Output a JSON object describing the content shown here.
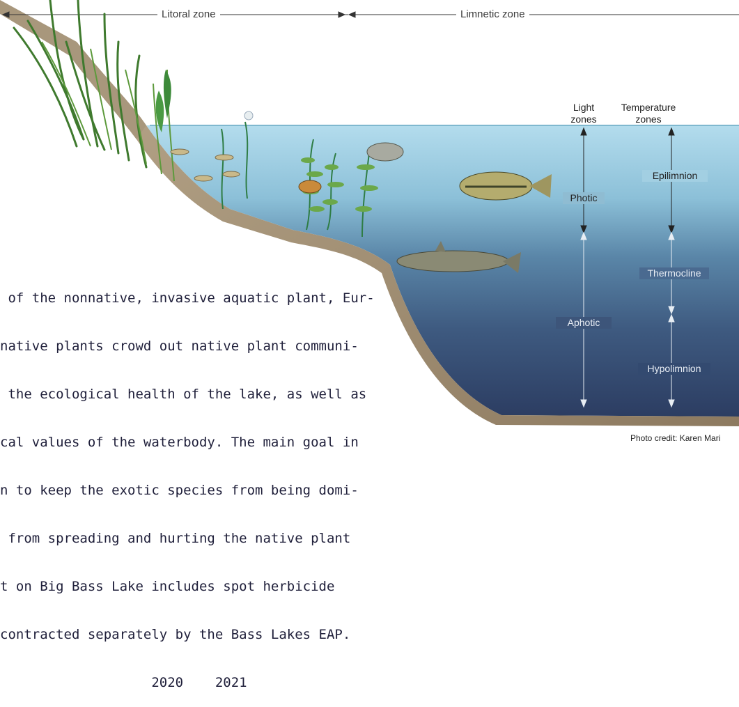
{
  "zones": {
    "litoral": "Litoral zone",
    "limnetic": "Limnetic zone"
  },
  "axis_headers": {
    "light": [
      "Light",
      "zones"
    ],
    "temperature": [
      "Temperature",
      "zones"
    ]
  },
  "light_zones": {
    "photic": "Photic",
    "aphotic": "Aphotic"
  },
  "temperature_zones": {
    "epilimnion": "Epilimnion",
    "thermocline": "Thermocline",
    "hypolimnion": "Hypolimnion"
  },
  "body_text_lines": [
    " of the nonnative, invasive aquatic plant, Eur-",
    "native plants crowd out native plant communi-",
    " the ecological health of the lake, as well as",
    "cal values of the waterbody. The main goal in",
    "n to keep the exotic species from being domi-",
    " from spreading and hurting the native plant",
    "t on Big Bass Lake includes spot herbicide",
    "contracted separately by the Bass Lakes EAP.",
    "                   2020    2021"
  ],
  "credit": "Photo credit: Karen Mari",
  "colors": {
    "water_top": "#a9d6e6",
    "water_mid": "#5f8fb0",
    "water_deep": "#33496e",
    "shore": "#9c8a70",
    "text": "#1f1f3a"
  }
}
